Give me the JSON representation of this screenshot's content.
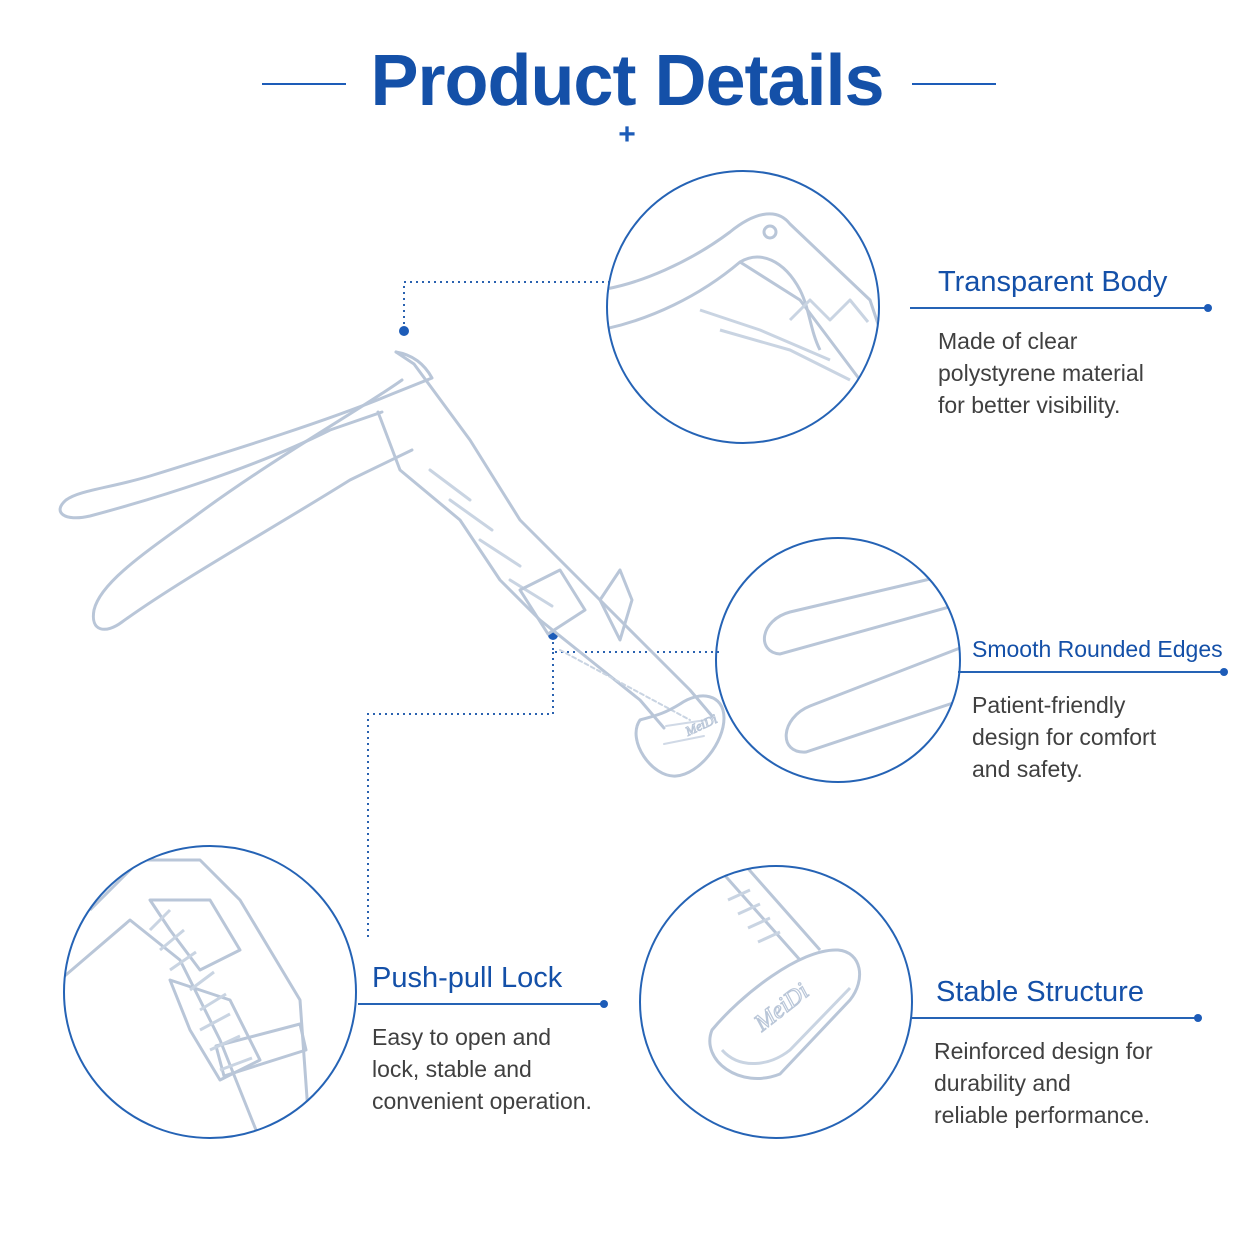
{
  "header": {
    "title": "Product Details",
    "plus_symbol": "+"
  },
  "features": [
    {
      "title": "Transparent Body",
      "description": "Made of clear\npolystyrene material\nfor better visibility."
    },
    {
      "title": "Smooth Rounded Edges",
      "description": "Patient-friendly\ndesign for comfort\nand safety."
    },
    {
      "title": "Push-pull Lock",
      "description": "Easy to open and\nlock, stable and\nconvenient operation."
    },
    {
      "title": "Stable Structure",
      "description": "Reinforced design for\ndurability and\nreliable performance."
    }
  ],
  "logo_text": "MeiDi",
  "colors": {
    "accent": "#1450a8",
    "circle_border": "#2563b5",
    "body_text": "#404040",
    "plastic": "#b9c6d8"
  }
}
